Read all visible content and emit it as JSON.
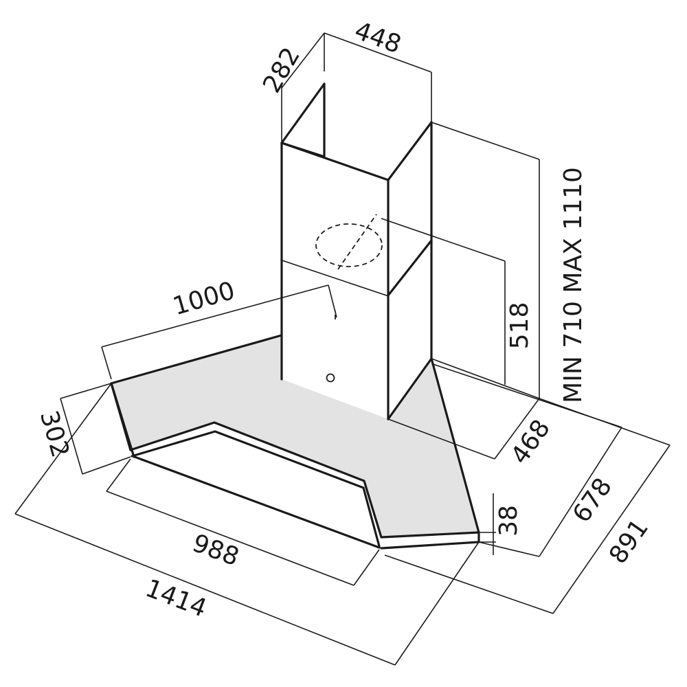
{
  "diagram": {
    "colors": {
      "line": "#1a1a1a",
      "canopy_fill": "#e3e3e3",
      "chimney_fill": "#ffffff",
      "background": "#ffffff"
    },
    "dimensions": {
      "chimney_depth": "282",
      "chimney_width": "448",
      "height_range": "MIN 710 MAX 1110",
      "lower_chimney_height": "518",
      "canopy_back_width": "1000",
      "side_depth": "302",
      "depth_468": "468",
      "depth_678": "678",
      "front_width": "988",
      "canopy_thickness": "38",
      "overall_depth": "891",
      "overall_width": "1414"
    }
  }
}
